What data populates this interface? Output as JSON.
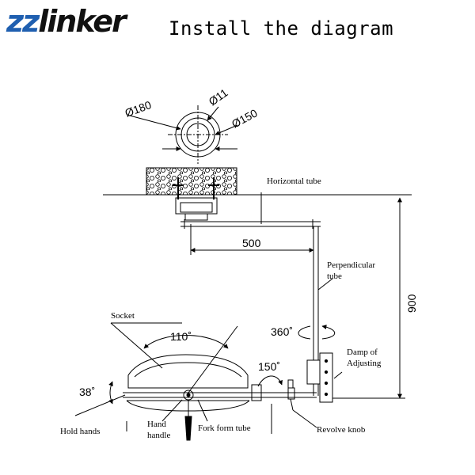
{
  "brand": {
    "logo_prefix": "zz",
    "logo_rest": "linker"
  },
  "title": "Install the diagram",
  "dimensions": {
    "d180": "Ø180",
    "d11": "Ø11",
    "d150": "Ø150",
    "length_500": "500",
    "height_900": "900"
  },
  "angles": {
    "a360": "360˚",
    "a110": "110˚",
    "a150": "150˚",
    "a38": "38˚"
  },
  "labels": {
    "horizontal_tube": "Horizontal tube",
    "perpendicular_tube_1": "Perpendicular",
    "perpendicular_tube_2": "tube",
    "socket": "Socket",
    "damp_1": "Damp of",
    "damp_2": "Adjusting",
    "hold_hands": "Hold hands",
    "hand_handle_1": "Hand",
    "hand_handle_2": "handle",
    "fork_form_tube": "Fork form tube",
    "revolve_knob": "Revolve knob"
  }
}
